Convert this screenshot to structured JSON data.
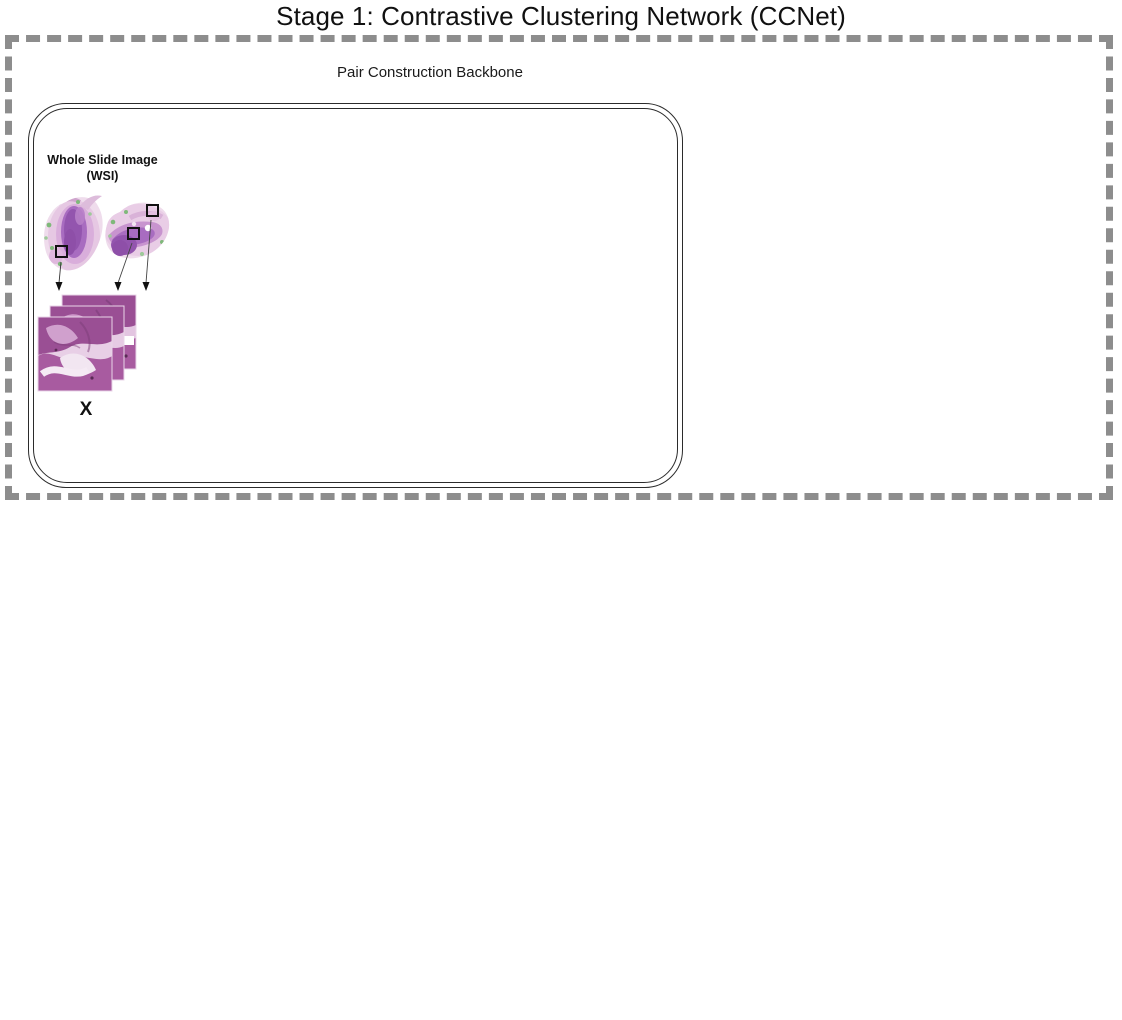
{
  "figure": {
    "title": "Stage 1: Contrastive Clustering Network (CCNet)",
    "module": {
      "subtitle": "Pair Construction Backbone",
      "panel_name": "pair-construction-backbone-panel"
    },
    "wsi_block": {
      "label_line1": "Whole Slide Image",
      "label_line2": "(WSI)",
      "label_full": "Whole Slide Image (WSI)",
      "patch_stack_label": "X",
      "roi_marker_count": 3,
      "patch_count": 3,
      "slide_count": 2
    },
    "icons": {
      "wsi_tissue": "whole-slide-image-icon",
      "roi_box": "roi-square-icon",
      "arrow_down": "arrow-down-icon",
      "patch_tile": "histology-patch-icon"
    },
    "colors": {
      "title_text": "#111111",
      "dashed_border": "#8d8d8d",
      "panel_border": "#2b2b2b",
      "tissue_purple_dark": "#8e4fa8",
      "tissue_purple": "#a86cc0",
      "tissue_pink": "#e4c3e0",
      "tissue_pale": "#f0dcee",
      "tissue_green_edge": "#7fb97a",
      "patch_purple": "#9a4f94",
      "patch_light": "#e8cfe4",
      "background": "#ffffff"
    }
  }
}
